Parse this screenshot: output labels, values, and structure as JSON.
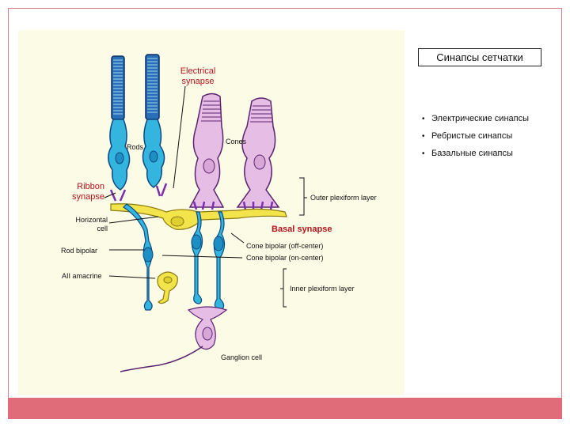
{
  "slide": {
    "title": "Синапсы сетчатки",
    "bullets": [
      "Электрические синапсы",
      "Ребристые синапсы",
      "Базальные синапсы"
    ],
    "colors": {
      "frame": "#e07a85",
      "bottom_bar": "#e06b79",
      "figure_background": "#fcfbe6"
    }
  },
  "diagram": {
    "labels": {
      "electrical_synapse": "Electrical\nsynapse",
      "rods": "Rods",
      "cones": "Cones",
      "ribbon_synapse": "Ribbon\nsynapse",
      "outer_plexiform_layer": "Outer plexiform layer",
      "horizontal_cell": "Horizontal\ncell",
      "basal_synapse": "Basal synapse",
      "rod_bipolar": "Rod bipolar",
      "cone_bipolar_off": "Cone bipolar (off-center)",
      "cone_bipolar_on": "Cone bipolar (on-center)",
      "aii_amacrine": "AII amacrine",
      "inner_plexiform_layer": "Inner plexiform layer",
      "ganglion_cell": "Ganglion cell"
    },
    "colors": {
      "rod": "#29a3d6",
      "rod_outer_segment": "#2a6fb5",
      "cone": "#e3b8e0",
      "cone_outline": "#6a2d7a",
      "horizontal_cell": "#f0e040",
      "synapse_ribbon": "#7b2fb0",
      "label_red": "#b3141e"
    }
  }
}
